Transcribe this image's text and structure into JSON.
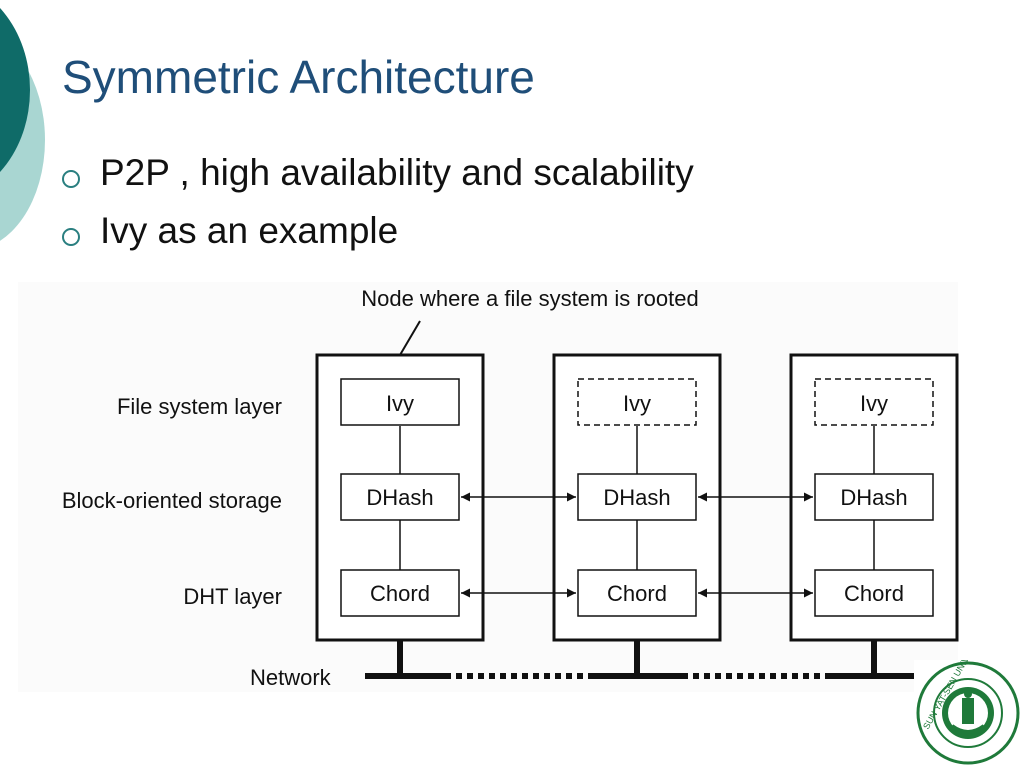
{
  "slide": {
    "title": "Symmetric Architecture",
    "bullets": [
      "P2P , high availability and scalability",
      "Ivy as an example"
    ]
  },
  "diagram": {
    "annotation": "Node where a file system is rooted",
    "layers": {
      "file_system": "File system layer",
      "block_storage": "Block-oriented storage",
      "dht": "DHT layer",
      "network": "Network"
    },
    "nodes": [
      {
        "ivy": "Ivy",
        "dhash": "DHash",
        "chord": "Chord",
        "ivy_dashed": false
      },
      {
        "ivy": "Ivy",
        "dhash": "DHash",
        "chord": "Chord",
        "ivy_dashed": true
      },
      {
        "ivy": "Ivy",
        "dhash": "DHash",
        "chord": "Chord",
        "ivy_dashed": true
      }
    ]
  },
  "logo": {
    "text": "SUN YAT-SEN UNIVERSITY"
  },
  "colors": {
    "title": "#1f4e79",
    "accent_dark": "#0f6b68",
    "accent_light": "#8fc9c4",
    "logo_green": "#1f7a3a"
  }
}
